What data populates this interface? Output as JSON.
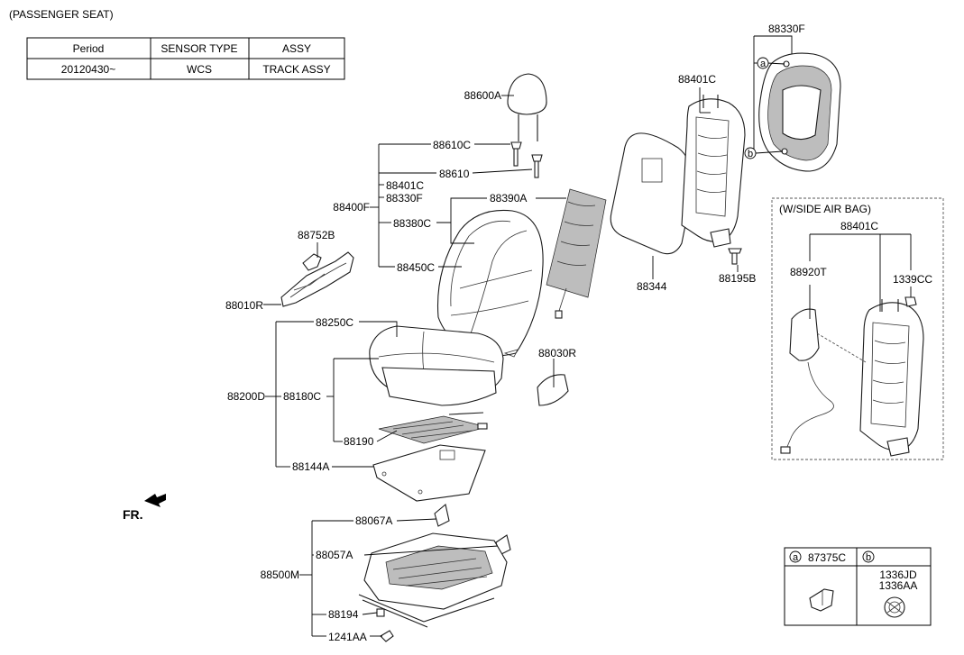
{
  "heading": "(PASSENGER SEAT)",
  "spec_table": {
    "headers": [
      "Period",
      "SENSOR TYPE",
      "ASSY"
    ],
    "row": [
      "20120430~",
      "WCS",
      "TRACK ASSY"
    ]
  },
  "orientation_label": "FR.",
  "side_airbag_title": "(W/SIDE AIR BAG)",
  "parts": {
    "p88600A": "88600A",
    "p88610C": "88610C",
    "p88610": "88610",
    "p88401C_list": "88401C",
    "p88330F_list": "88330F",
    "p88400F": "88400F",
    "p88380C": "88380C",
    "p88390A": "88390A",
    "p88450C": "88450C",
    "p88752B": "88752B",
    "p88010R": "88010R",
    "p88250C": "88250C",
    "p88200D": "88200D",
    "p88180C": "88180C",
    "p88190": "88190",
    "p88144A": "88144A",
    "p88030R": "88030R",
    "p88344": "88344",
    "p88401C_frame": "88401C",
    "p88195B": "88195B",
    "p88330F_top": "88330F",
    "p88401C_airbag": "88401C",
    "p88920T": "88920T",
    "p1339CC": "1339CC",
    "p88067A": "88067A",
    "p88057A": "88057A",
    "p88500M": "88500M",
    "p88194": "88194",
    "p1241AA": "1241AA"
  },
  "callouts": {
    "a": "a",
    "b": "b"
  },
  "legend": {
    "a_letter": "a",
    "a_part": "87375C",
    "b_letter": "b",
    "b_part_1": "1336JD",
    "b_part_2": "1336AA"
  }
}
